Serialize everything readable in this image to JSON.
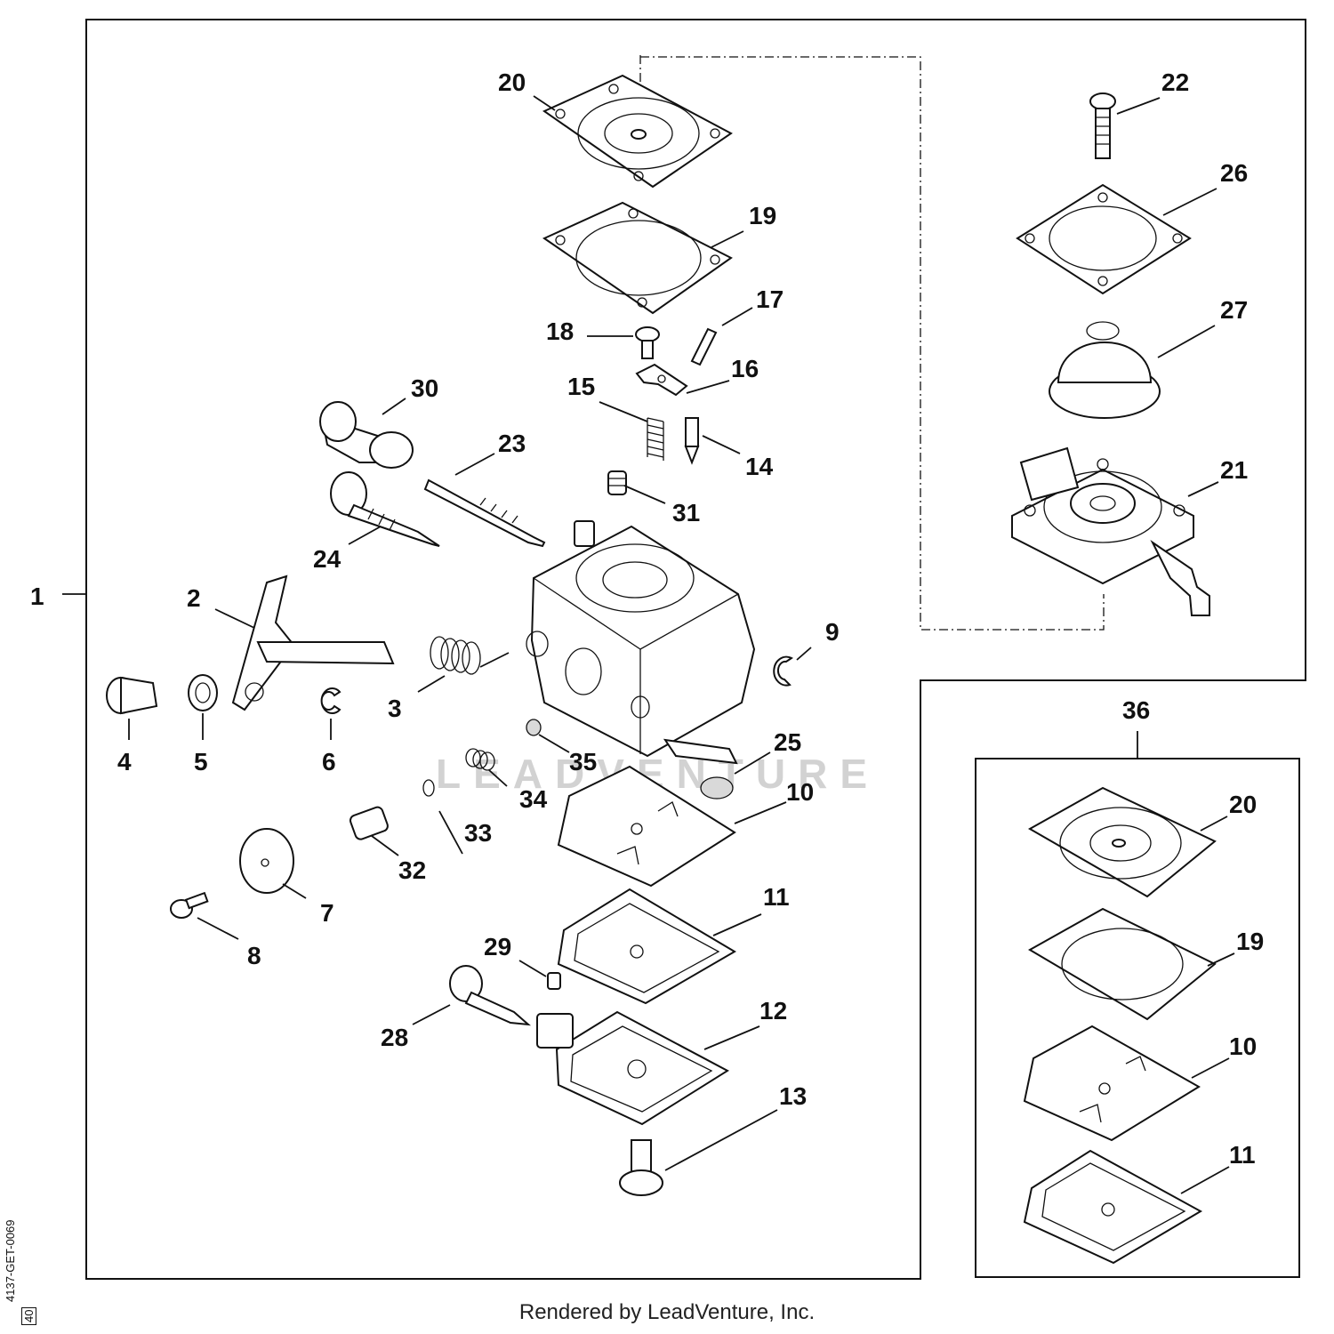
{
  "diagram": {
    "drawing_code": "4137-GET-0069",
    "revision": "40",
    "watermark": "LEADVENTURE",
    "footer": "Rendered by LeadVenture, Inc.",
    "callouts": {
      "c1": "1",
      "c2": "2",
      "c3": "3",
      "c4": "4",
      "c5": "5",
      "c6": "6",
      "c7": "7",
      "c8": "8",
      "c9": "9",
      "c10": "10",
      "c11": "11",
      "c12": "12",
      "c13": "13",
      "c14": "14",
      "c15": "15",
      "c16": "16",
      "c17": "17",
      "c18": "18",
      "c19": "19",
      "c20": "20",
      "c21": "21",
      "c22": "22",
      "c23": "23",
      "c24": "24",
      "c25": "25",
      "c26": "26",
      "c27": "27",
      "c28": "28",
      "c29": "29",
      "c30": "30",
      "c31": "31",
      "c32": "32",
      "c33": "33",
      "c34": "34",
      "c35": "35",
      "c36": "36",
      "k20": "20",
      "k19": "19",
      "k10": "10",
      "k11": "11"
    }
  }
}
